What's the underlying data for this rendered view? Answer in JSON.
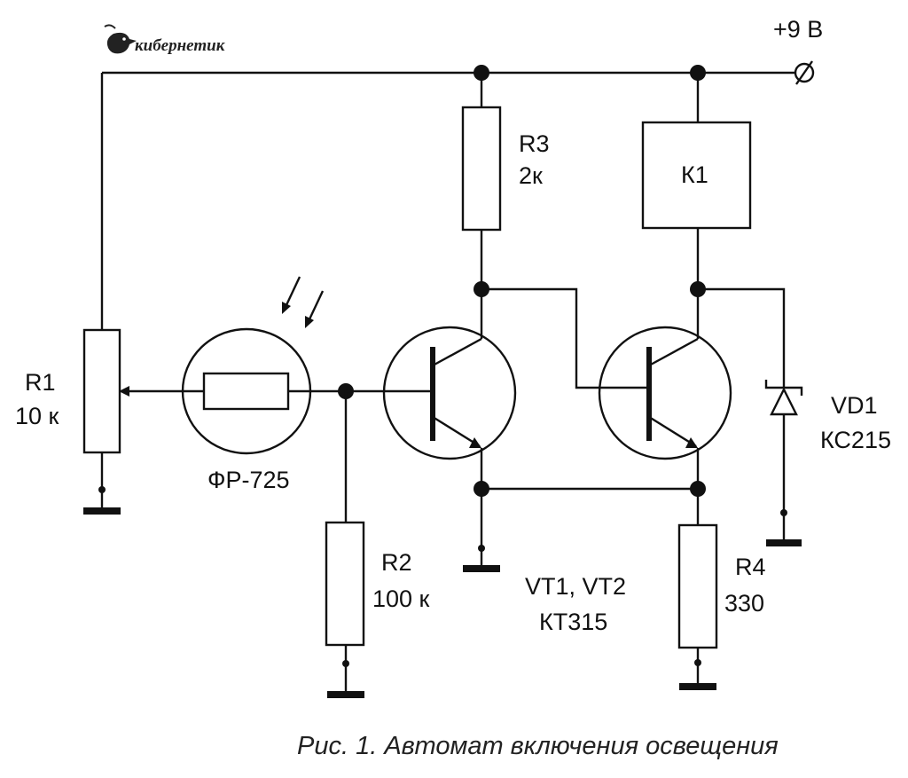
{
  "logo": {
    "text": "кибернетик",
    "icon": "fish-logo"
  },
  "power": {
    "label": "+9 В"
  },
  "components": {
    "r1": {
      "ref": "R1",
      "value": "10 к"
    },
    "r2": {
      "ref": "R2",
      "value": "100 к"
    },
    "r3": {
      "ref": "R3",
      "value": "2к"
    },
    "r4": {
      "ref": "R4",
      "value": "330"
    },
    "k1": {
      "ref": "К1"
    },
    "vd1": {
      "ref": "VD1",
      "value": "КС215"
    },
    "photo": {
      "ref": "ФР-725"
    },
    "transistors": {
      "ref": "VT1, VT2",
      "value": "КТ315"
    }
  },
  "caption": "Рис. 1. Автомат включения освещения"
}
